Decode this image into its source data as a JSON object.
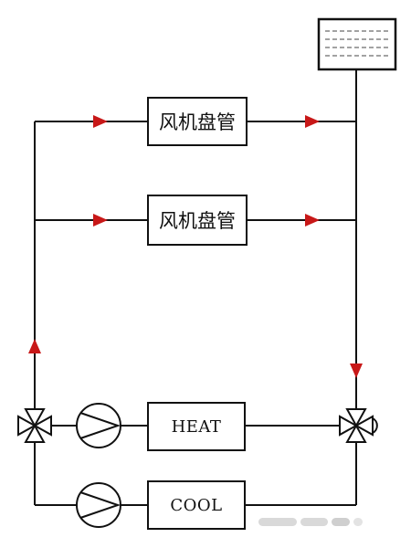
{
  "boxes": {
    "fan_coil_top": "风机盘管",
    "fan_coil_bottom": "风机盘管",
    "heat": "HEAT",
    "cool": "COOL"
  },
  "colors": {
    "line": "#111111",
    "flow_arrow": "#c81818",
    "tank_water": "#444444",
    "background": "#ffffff"
  },
  "icons": {
    "tank": "expansion-tank-icon",
    "pump": "circulation-pump-icon",
    "valve": "three-way-valve-icon",
    "arrow": "flow-arrow-icon"
  }
}
